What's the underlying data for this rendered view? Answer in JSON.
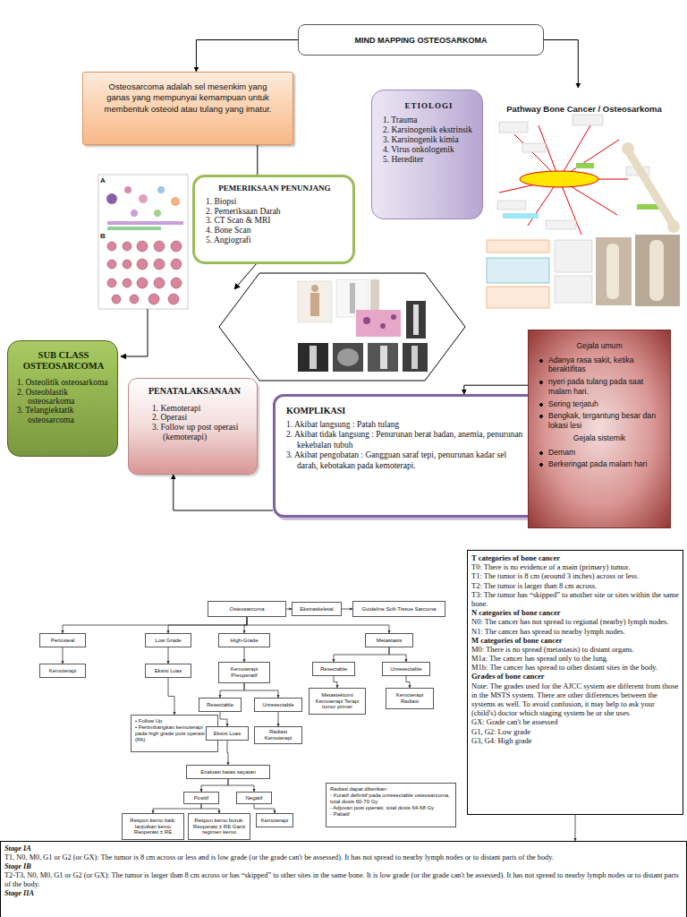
{
  "diagram": {
    "nodes": [
      {
        "text": [
          "MIND MAPPING OSTEOSARKOMA"
        ]
      },
      {
        "text": [
          "Osteosarcoma adalah sel mesenkim yang ganas yang mempunyai kemampuan untuk membentuk osteoid atau tulang yang imatur."
        ]
      },
      {
        "text": [
          "ETIOLOGI",
          "1. Trauma",
          "2. Karsinogenik ekstrinsik",
          "3. Karsinogenik kimia",
          "4. Virus onkologenik",
          "5. Herediter"
        ]
      },
      {
        "text": [
          "Pathway Bone Cancer / Osteosarkoma"
        ]
      },
      {
        "text": [
          "PEMERIKSAAN PENUNJANG",
          "1. Biopsi",
          "2. Pemeriksaan Darah",
          "3. CT Scan & MRI",
          "4. Bone Scan",
          "5. Angiografi"
        ]
      },
      {
        "text": [
          "SUB CLASS OSTEOSARCOMA",
          "1. Osteolitik osteosarkoma",
          "2. Osteoblastik osteosarkoma",
          "3. Telangiektatik osteosarcoma"
        ]
      },
      {
        "text": [
          "PENATALAKSANAAN",
          "1. Kemoterapi",
          "2. Operasi",
          "3. Follow up post operasi (kemoterapi)"
        ]
      },
      {
        "text": [
          "KOMPLIKASI",
          "1. Akibat langsung : Patah tulang",
          "2. Akibat tidak langsung : Penurunan berat badan, anemia, penurunan kekebalan tubuh",
          "3. Akibat pengobatan : Gangguan saraf tepi, penurunan kadar sel darah, kebotakan pada kemoterapi."
        ]
      },
      {
        "text": [
          "Gejala umum",
          "Adanya rasa sakit, ketika beraktifitas",
          "nyeri pada tulang pada saat malam hari.",
          "Sering terjatuh",
          "Bengkak, tergantung besar dan lokasi lesi",
          "Gejala sistemik",
          "Demam",
          "Berkeringat pada malam hari"
        ]
      },
      {
        "text": [
          "Osteosarcoma"
        ]
      },
      {
        "text": [
          "Ekstraskeletal"
        ]
      },
      {
        "text": [
          "Guideline Soft-Tissue Sarcoma"
        ]
      },
      {
        "text": [
          "Periosteal"
        ]
      },
      {
        "text": [
          "Low Grade"
        ]
      },
      {
        "text": [
          "High-Grade"
        ]
      },
      {
        "text": [
          "Metastasis"
        ]
      },
      {
        "text": [
          "Kemoterapi"
        ]
      },
      {
        "text": [
          "Eksisi Luas"
        ]
      },
      {
        "text": [
          "• Follow Up",
          "• Pertimbangkan kemoterapi pada high grade post operasi (PA)"
        ]
      },
      {
        "text": [
          "Kemoterapi Preoperatif"
        ]
      },
      {
        "text": [
          "Resectable"
        ]
      },
      {
        "text": [
          "Unresectable"
        ]
      },
      {
        "text": [
          "Eksisi Luas"
        ]
      },
      {
        "text": [
          "Radiasi Kemoterapi"
        ]
      },
      {
        "text": [
          "Evaluasi batas sayatan"
        ]
      },
      {
        "text": [
          "Positif"
        ]
      },
      {
        "text": [
          "Negatif"
        ]
      },
      {
        "text": [
          "Respon kemo baik: lanjutkan kemo Reoperasi ± RE"
        ]
      },
      {
        "text": [
          "Respon kemo buruk: Reoperasi ± RE Ganti regimen kemo"
        ]
      },
      {
        "text": [
          "Kemoterapi"
        ]
      },
      {
        "text": [
          "Resectable"
        ]
      },
      {
        "text": [
          "Unresectable"
        ]
      },
      {
        "text": [
          "Metastektomi Kemoterapi Terapi tumor primer"
        ]
      },
      {
        "text": [
          "Kemoterapi Radiasi"
        ]
      },
      {
        "text": [
          "Radiasi dapat diberikan:",
          "- Kuratif definitif pada unresectable osteosarcoma, total dosis 60-70 Gy",
          "- Adjuvan post operasi, total dosis 64-68 Gy",
          "- Paliatif"
        ]
      },
      {
        "text": [
          "T categories of bone cancer",
          "T0: There is no evidence of a main (primary) tumor.",
          "T1: The tumor is 8 cm (around 3 inches) across or less.",
          "T2: The tumor is larger than 8 cm across.",
          "T3: The tumor has “skipped” to another site or sites within the same bone.",
          "N categories of bone cancer",
          "N0: The cancer has not spread to regional (nearby) lymph nodes.",
          "N1: The cancer has spread to nearby lymph nodes.",
          "M categories of bone cancer",
          "M0: There is no spread (metastasis) to distant organs.",
          "M1a: The cancer has spread only to the lung.",
          "M1b: The cancer has spread to other distant sites in the body.",
          "Grades of bone cancer",
          "Note: The grades used for the AJCC system are different from those in the MSTS system. There are other differences between the systems as well. To avoid confusion, it may help to ask your (child's) doctor which staging system he or she uses.",
          "GX: Grade can't be assessed",
          "G1, G2: Low grade",
          "G3, G4: High grade"
        ]
      },
      {
        "text": [
          "Stage IA",
          "T1, N0, M0, G1 or G2 (or GX): The tumor is 8 cm across or less and is low grade (or the grade can't be assessed). It has not spread to nearby lymph nodes or to distant parts of the body.",
          "Stage IB",
          "T2-T3, N0, M0, G1 or G2 (or GX): The tumor is larger than 8 cm across or has “skipped” to other sites in the same bone. It is low grade (or the grade can't be assessed). It has not spread to nearby lymph nodes or to distant parts of the body.",
          "Stage IIA"
        ]
      }
    ],
    "edges": [
      {
        "from": 0,
        "to": 1,
        "arrow": "to"
      },
      {
        "from": 0,
        "to": 3,
        "arrow": "to"
      },
      {
        "from": 1,
        "to": 4,
        "arrow": "none"
      },
      {
        "from": 8,
        "to": 7,
        "arrow": "to"
      },
      {
        "from": 7,
        "to": 6,
        "arrow": "to"
      },
      {
        "from": 9,
        "to": 10,
        "arrow": "to"
      },
      {
        "from": 10,
        "to": 11,
        "arrow": "to"
      },
      {
        "from": 9,
        "to": 12,
        "arrow": "to"
      },
      {
        "from": 9,
        "to": 13,
        "arrow": "to"
      },
      {
        "from": 9,
        "to": 14,
        "arrow": "to"
      },
      {
        "from": 9,
        "to": 15,
        "arrow": "to"
      },
      {
        "from": 12,
        "to": 16,
        "arrow": "to"
      },
      {
        "from": 13,
        "to": 17,
        "arrow": "to"
      },
      {
        "from": 17,
        "to": 18,
        "arrow": "to"
      },
      {
        "from": 14,
        "to": 19,
        "arrow": "to"
      },
      {
        "from": 19,
        "to": 20,
        "arrow": "to"
      },
      {
        "from": 19,
        "to": 21,
        "arrow": "to"
      },
      {
        "from": 20,
        "to": 22,
        "arrow": "to"
      },
      {
        "from": 21,
        "to": 23,
        "arrow": "to"
      },
      {
        "from": 22,
        "to": 24,
        "arrow": "to"
      },
      {
        "from": 24,
        "to": 25,
        "arrow": "to"
      },
      {
        "from": 24,
        "to": 26,
        "arrow": "to"
      },
      {
        "from": 25,
        "to": 27,
        "arrow": "to"
      },
      {
        "from": 25,
        "to": 28,
        "arrow": "to"
      },
      {
        "from": 26,
        "to": 29,
        "arrow": "to"
      },
      {
        "from": 15,
        "to": 30,
        "arrow": "to"
      },
      {
        "from": 15,
        "to": 31,
        "arrow": "to"
      },
      {
        "from": 30,
        "to": 32,
        "arrow": "to"
      },
      {
        "from": 31,
        "to": 33,
        "arrow": "to"
      },
      {
        "from": 35,
        "to": 36,
        "arrow": "to"
      }
    ],
    "labels": [
      "A",
      "B"
    ]
  }
}
